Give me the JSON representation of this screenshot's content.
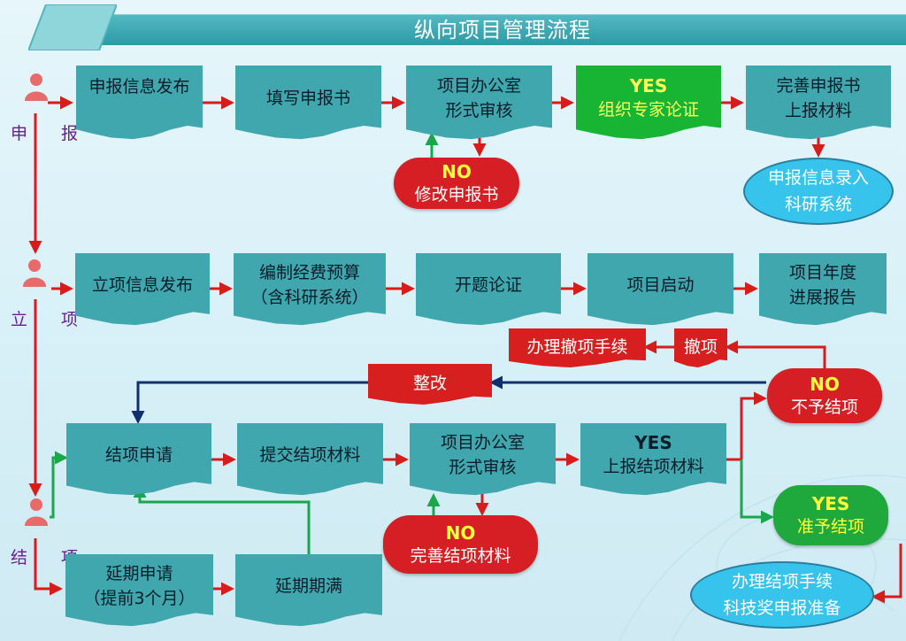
{
  "title": "纵向项目管理流程",
  "colors": {
    "teal_box": "#3fa7ad",
    "red": "#d81f1f",
    "green": "#18b434",
    "arrow_red": "#d71c1c",
    "arrow_green": "#1aa64a",
    "arrow_navy": "#0f2f6e",
    "yes_text": "#ffff3a"
  },
  "stages": {
    "apply": "申 报",
    "approve": "立 项",
    "close": "结 项"
  },
  "apply": {
    "info_release": "申报信息发布",
    "fill_form": "填写申报书",
    "office_review": [
      "项目办公室",
      "形式审核"
    ],
    "expert_yes": "YES",
    "expert_text": "组织专家论证",
    "submit": [
      "完善申报书",
      "上报材料"
    ],
    "no_label": "NO",
    "no_text": "修改申报书",
    "system_entry": [
      "申报信息录入",
      "科研系统"
    ]
  },
  "approve": {
    "info_release": "立项信息发布",
    "budget": [
      "编制经费预算",
      "（含科研系统）"
    ],
    "kickoff": "开题论证",
    "start": "项目启动",
    "annual": [
      "项目年度",
      "进展报告"
    ],
    "withdraw": "撤项",
    "withdraw_proc": "办理撤项手续",
    "rectify": "整改",
    "reject_label": "NO",
    "reject_text": "不予结项"
  },
  "close": {
    "apply": "结项申请",
    "submit_materials": "提交结项材料",
    "office_review": [
      "项目办公室",
      "形式审核"
    ],
    "yes_label": "YES",
    "yes_text": "上报结项材料",
    "no_label": "NO",
    "no_text": "完善结项材料",
    "extend": [
      "延期申请",
      "（提前3个月）"
    ],
    "extend_expire": "延期期满",
    "approve_label": "YES",
    "approve_text": "准予结项",
    "final": [
      "办理结项手续",
      "科技奖申报准备"
    ]
  }
}
